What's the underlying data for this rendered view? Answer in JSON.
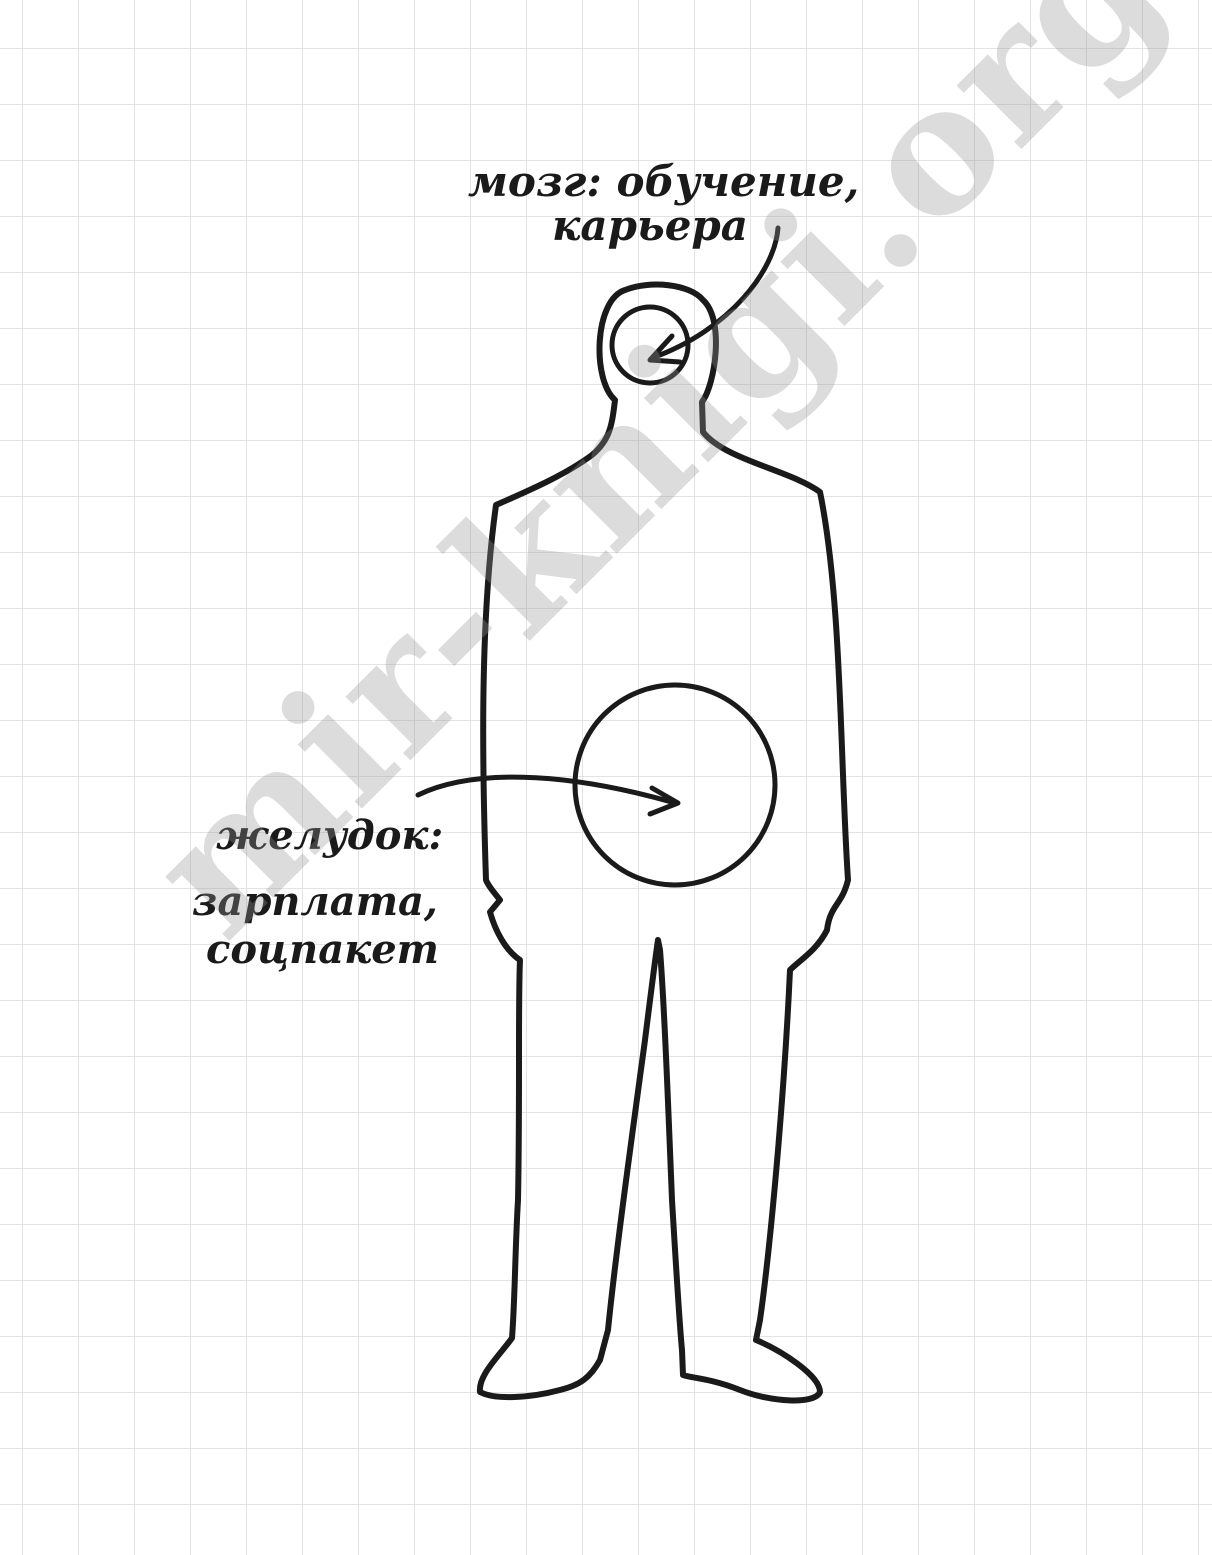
{
  "diagram": {
    "brain_label": {
      "line1": "мозг: обучение,",
      "line2": "карьера"
    },
    "stomach_label": {
      "line1": "желудок:",
      "line2": "зарплата,",
      "line3": "соцпакет"
    }
  },
  "watermark": {
    "text": "mir-knigi.org"
  },
  "colors": {
    "ink": "#1a1a1a",
    "grid": "#e3e3e3",
    "watermark": "#969696"
  }
}
